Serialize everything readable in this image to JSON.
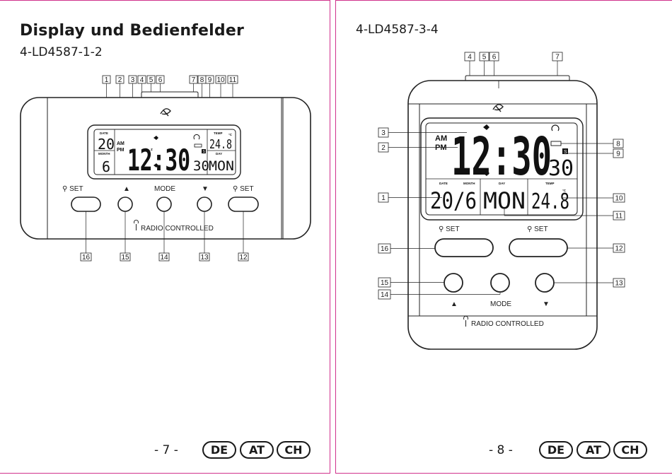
{
  "left": {
    "title": "Display und Bedienfelder",
    "model": "4-LD4587-1-2",
    "page_number": "- 7 -",
    "callouts_top": [
      "1",
      "2",
      "3",
      "4",
      "5",
      "6",
      "7",
      "8",
      "9",
      "10",
      "11"
    ],
    "callouts_bottom": [
      "16",
      "15",
      "14",
      "13",
      "12"
    ],
    "buttons": {
      "set_left": "SET",
      "up": "▲",
      "mode": "MODE",
      "down": "▼",
      "set_right": "SET"
    },
    "radio_label": "RADIO  CONTROLLED",
    "lcd": {
      "date_label": "DATE",
      "date_value": "20",
      "month_label": "MONTH",
      "month_value": "6",
      "am": "AM",
      "pm": "PM",
      "time": "12:30",
      "seconds": "30",
      "temp_label": "TEMP",
      "temp_value": "24.8",
      "temp_unit": "°C",
      "day_label": "DAY",
      "day_value": "MON",
      "snooze": "Z",
      "dst": "S"
    }
  },
  "right": {
    "model": "4-LD4587-3-4",
    "page_number": "- 8 -",
    "callouts_top": [
      "4",
      "5",
      "6",
      "7"
    ],
    "callouts_left": [
      "3",
      "2",
      "1",
      "16",
      "15",
      "14"
    ],
    "callouts_right": [
      "8",
      "9",
      "10",
      "11",
      "12",
      "13"
    ],
    "buttons": {
      "set_left": "SET",
      "set_right": "SET",
      "up": "▲",
      "mode": "MODE",
      "down": "▼"
    },
    "radio_label": "RADIO  CONTROLLED",
    "lcd": {
      "am": "AM",
      "pm": "PM",
      "time": "12:30",
      "seconds": "30",
      "date_label": "DATE",
      "month_label": "MONTH",
      "date_value": "20/6",
      "day_label": "DAY",
      "day_value": "MON",
      "temp_label": "TEMP",
      "temp_value": "24.8",
      "temp_unit": "°C",
      "snooze": "Z",
      "dst": "S"
    }
  },
  "countries": [
    "DE",
    "AT",
    "CH"
  ],
  "colors": {
    "border": "#d0318c",
    "ink": "#1a1a1a"
  }
}
